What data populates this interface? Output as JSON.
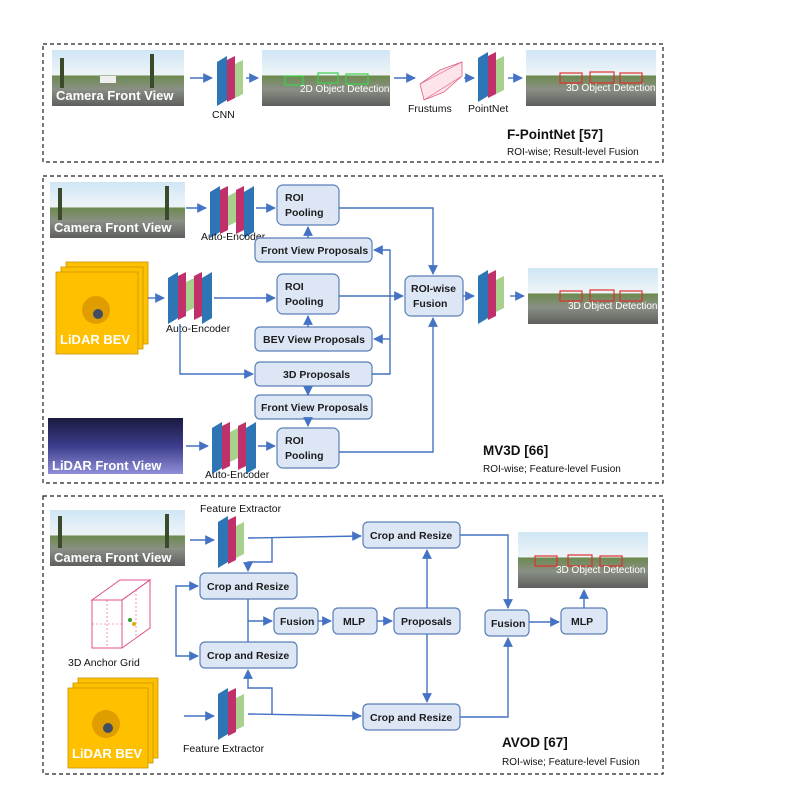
{
  "colors": {
    "arrow": "#4472c4",
    "box_fill": "#dce6f5",
    "box_stroke": "#5a7fb8",
    "layer_blue": "#2e75b6",
    "layer_red": "#c0306a",
    "layer_green": "#a9d18e",
    "bev_yellow": "#ffc000"
  },
  "fpointnet": {
    "title": "F-PointNet [57]",
    "subtitle": "ROI-wise; Result-level Fusion",
    "camera_label": "Camera Front View",
    "cnn_label": "CNN",
    "detection2d_label": "2D Object Detection",
    "frustums_label": "Frustums",
    "pointnet_label": "PointNet",
    "detection3d_label": "3D Object Detection"
  },
  "mv3d": {
    "title": "MV3D [66]",
    "subtitle": "ROI-wise; Feature-level Fusion",
    "camera_label": "Camera Front View",
    "lidar_bev_label": "LiDAR BEV",
    "lidar_front_label": "LiDAR Front View",
    "autoencoder_label": "Auto-Encoder",
    "roi_pooling_label": "ROI Pooling",
    "front_view_proposals_label": "Front View Proposals",
    "bev_view_proposals_label": "BEV View Proposals",
    "proposals_3d_label": "3D  Proposals",
    "roi_wise_fusion_label": "ROI-wise Fusion",
    "detection3d_label": "3D Object Detection"
  },
  "avod": {
    "title": "AVOD [67]",
    "subtitle": "ROI-wise; Feature-level Fusion",
    "camera_label": "Camera Front View",
    "lidar_bev_label": "LiDAR BEV",
    "feature_extractor_label": "Feature Extractor",
    "anchor_grid_label": "3D Anchor Grid",
    "crop_resize_label": "Crop and Resize",
    "fusion_label": "Fusion",
    "mlp_label": "MLP",
    "proposals_label": "Proposals",
    "detection3d_label": "3D Object Detection"
  }
}
